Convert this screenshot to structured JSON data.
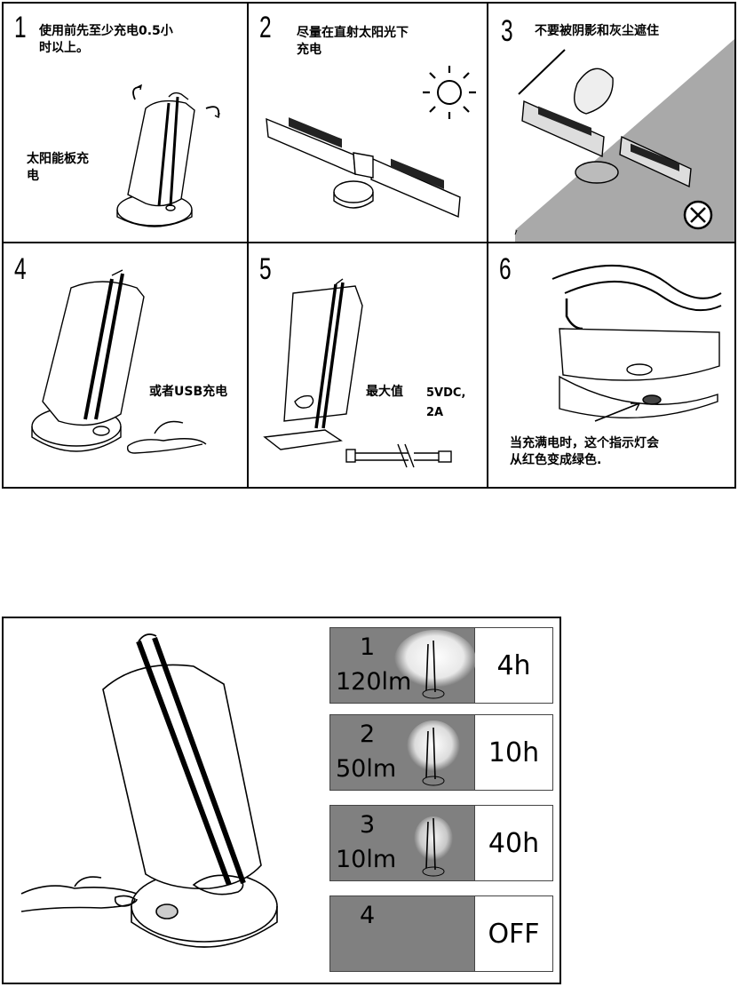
{
  "steps": [
    {
      "num": "1",
      "text": "使用前先至少充电0.5小\n时以上。",
      "sub": "太阳能板充\n电"
    },
    {
      "num": "2",
      "text": "尽量在直射太阳光下\n充电"
    },
    {
      "num": "3",
      "text": "不要被阴影和灰尘遮住"
    },
    {
      "num": "4",
      "text": "或者USB充电"
    },
    {
      "num": "5",
      "text": "最大值",
      "spec": "5VDC,\n2A"
    },
    {
      "num": "6",
      "text": "当充满电时，这个指示灯会\n从红色变成绿色."
    }
  ],
  "modes": [
    {
      "num": "1",
      "lumens": "120lm",
      "runtime": "4h"
    },
    {
      "num": "2",
      "lumens": "50lm",
      "runtime": "10h"
    },
    {
      "num": "3",
      "lumens": "10lm",
      "runtime": "40h"
    },
    {
      "num": "4",
      "lumens": "",
      "runtime": "OFF"
    }
  ],
  "colors": {
    "border": "#000000",
    "mode_bg": "#808080",
    "shadow": "#a9a9a9"
  }
}
